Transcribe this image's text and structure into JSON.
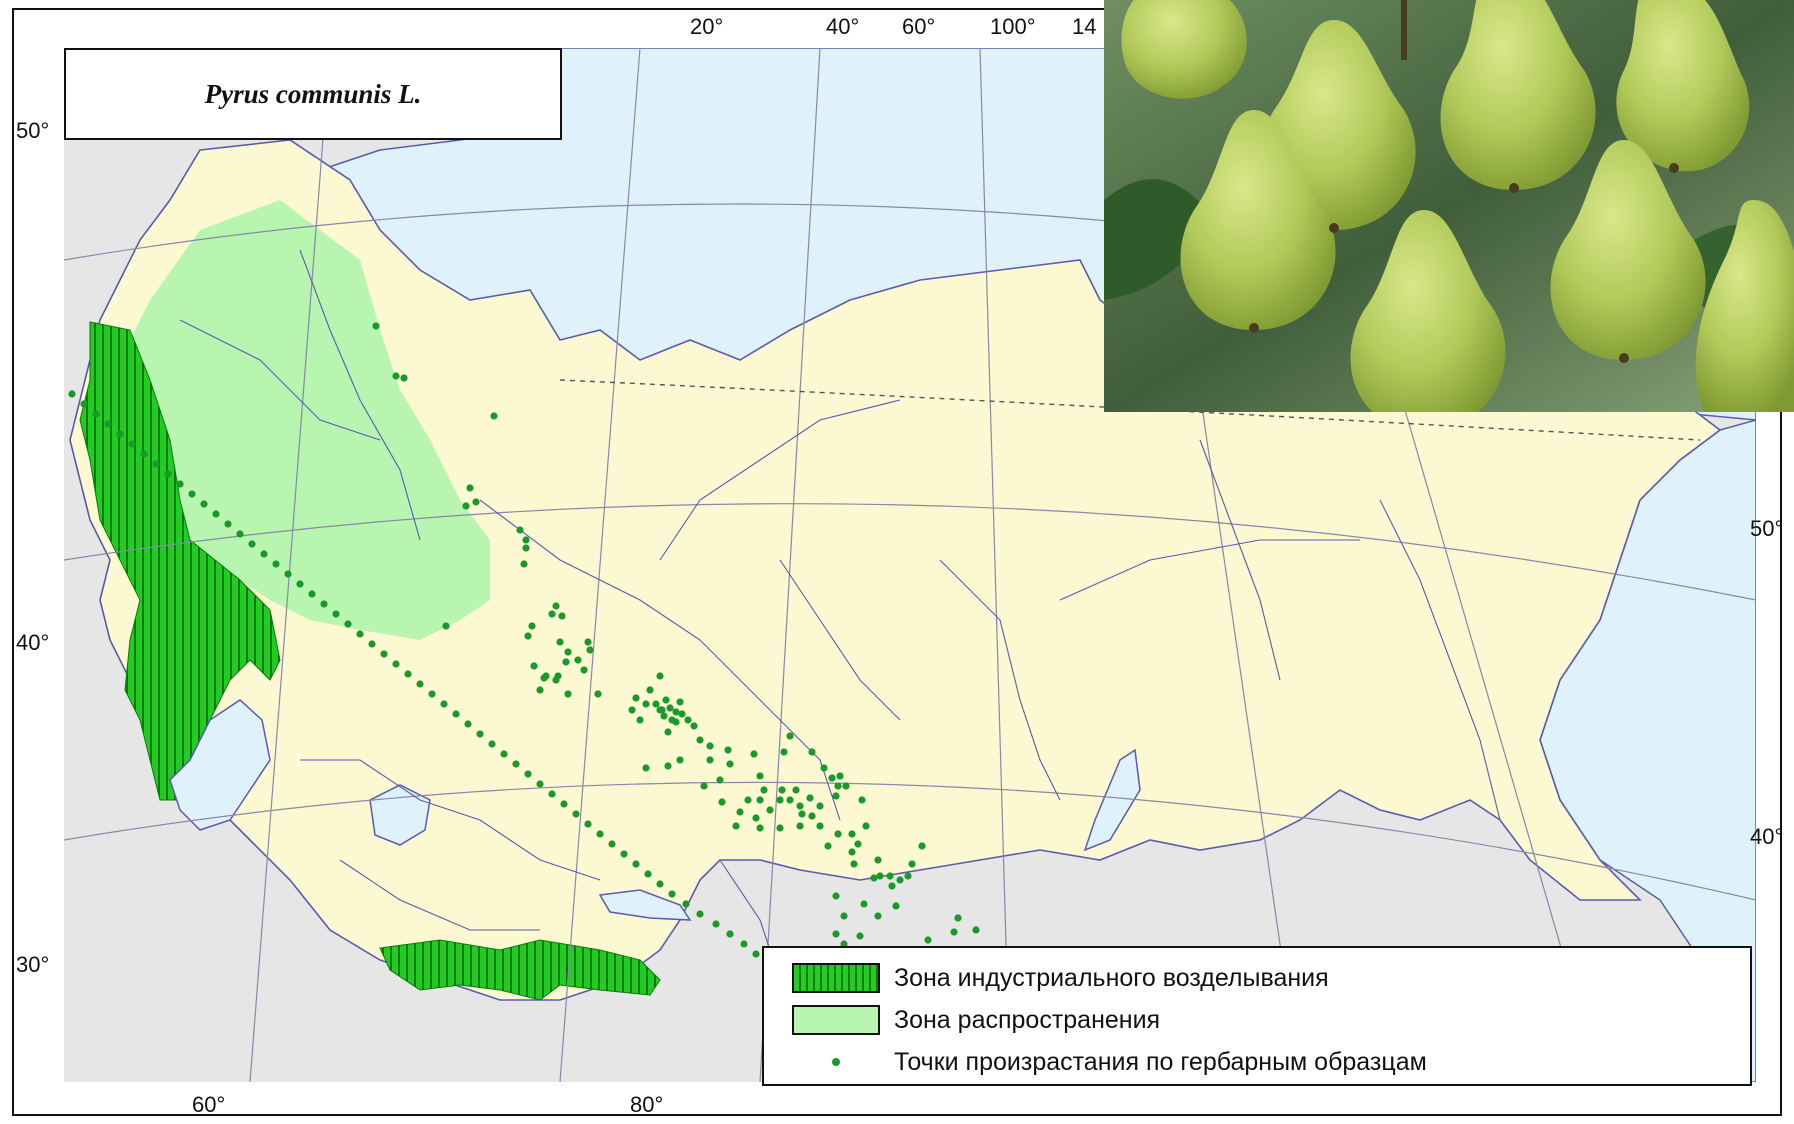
{
  "map": {
    "title": "Pyrus communis L.",
    "top_ticks": [
      "20°",
      "40°",
      "60°",
      "100°",
      "14"
    ],
    "left_ticks": [
      "50°",
      "40°",
      "30°"
    ],
    "right_ticks": [
      "50°",
      "40°"
    ],
    "bottom_ticks": [
      "60°",
      "80°"
    ],
    "colors": {
      "land": "#fbf8d2",
      "outside_land": "#e6e6e6",
      "water": "#dff2fb",
      "range_zone": "#b8f5b0",
      "industrial_zone": "#22cc22",
      "herbarium_point": "#1a9a2a",
      "border_line": "#5a5ab0"
    }
  },
  "legend": {
    "items": [
      {
        "key": "industrial",
        "label": "Зона индустриального возделывания"
      },
      {
        "key": "range",
        "label": "Зона распространения"
      },
      {
        "key": "points",
        "label": "Точки произрастания по гербарным образцам"
      }
    ]
  },
  "photo": {
    "subject": "pear-fruits-photo"
  }
}
